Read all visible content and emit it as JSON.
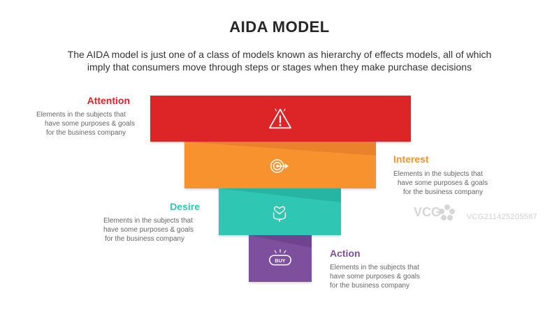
{
  "title": "AIDA MODEL",
  "subtitle_line1": "The AIDA model is just one of a class of models known as hierarchy of effects models, all of which",
  "subtitle_line2": "imply that consumers move through steps or stages when they make purchase decisions",
  "stages": [
    {
      "title": "Attention",
      "color": "#dd2427",
      "icon": "warning-triangle-icon",
      "desc": [
        "Elements in the subjects that",
        "have  some purposes & goals",
        "for the  business company"
      ]
    },
    {
      "title": "Interest",
      "color": "#f7922f",
      "icon": "target-arrow-icon",
      "desc": [
        "Elements in the subjects that",
        "have  some purposes & goals",
        "for the  business company"
      ]
    },
    {
      "title": "Desire",
      "color": "#2fc7b3",
      "icon": "heart-hand-icon",
      "desc": [
        "Elements in the subjects that",
        "have  some purposes & goals",
        "for the  business company"
      ]
    },
    {
      "title": "Action",
      "color": "#7d4f9d",
      "icon": "buy-button-icon",
      "icon_text": "BUY",
      "desc": [
        "Elements in the subjects that",
        "have  some purposes & goals",
        "for the  business company"
      ]
    }
  ],
  "watermark": {
    "logo": "VCG",
    "text": "VCG211425205587"
  }
}
